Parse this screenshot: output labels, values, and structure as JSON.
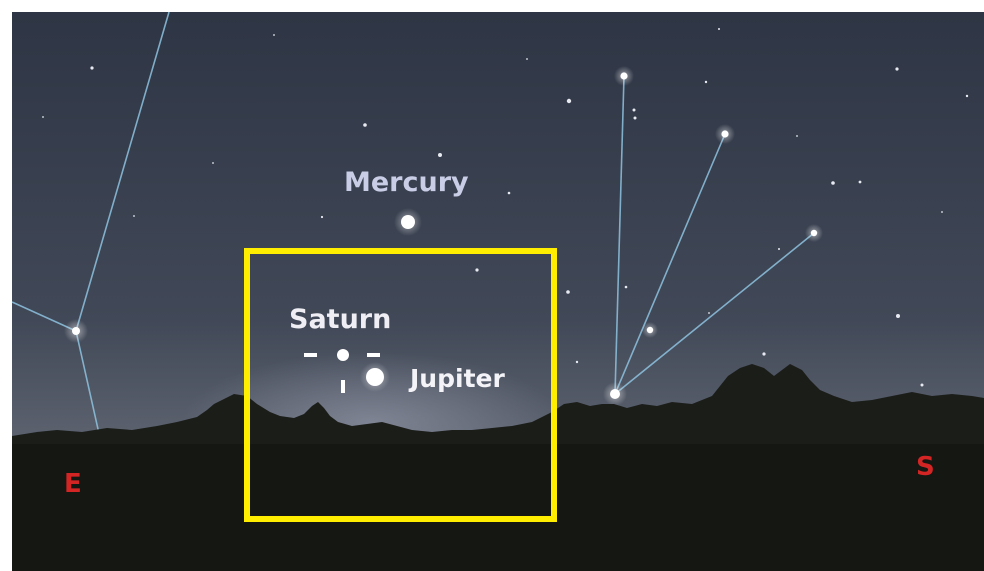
{
  "scene": {
    "planets": {
      "mercury": "Mercury",
      "saturn": "Saturn",
      "jupiter": "Jupiter"
    },
    "compass": {
      "east": "E",
      "south": "S"
    }
  },
  "colors": {
    "sky_top": "#2f3645",
    "sky_bottom": "#5e6470",
    "ground": "#151713",
    "constellation_line": "#8ec3e0",
    "compass_label": "#d42525",
    "highlight_box": "#ffee00"
  }
}
